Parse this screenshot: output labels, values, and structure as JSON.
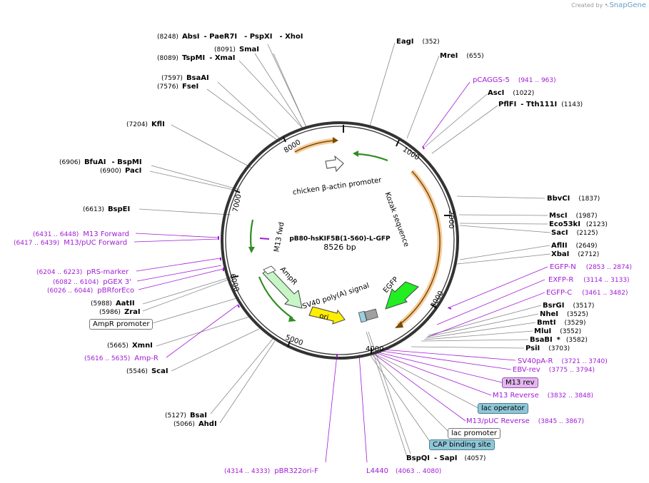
{
  "branding": {
    "created_by": "Created by",
    "name": "SnapGene"
  },
  "plasmid": {
    "name": "pB80-hsKIF5B(1-560)-L-GFP",
    "length": "8526 bp"
  },
  "ticks": [
    "1000",
    "2000",
    "3000",
    "4000",
    "5000",
    "6000",
    "7000",
    "8000"
  ],
  "features": {
    "chicken_actin": "chicken β-actin promoter",
    "kozak": "Kozak sequence",
    "egfp": "EGFP",
    "sv40": "SV40 poly(A) signal",
    "ori": "ori",
    "ampr": "AmpR",
    "m13fwd": "M13 fwd"
  },
  "enzymes": {
    "abs": {
      "name": "AbsI",
      "pos": "(8248)"
    },
    "paer7i": {
      "name": "- PaeR7I"
    },
    "pspxi": {
      "name": "- PspXI"
    },
    "xhoi": {
      "name": "- XhoI"
    },
    "smai": {
      "name": "SmaI",
      "pos": "(8091)"
    },
    "tspmi": {
      "name": "TspMI",
      "pos": "(8089)"
    },
    "xmai": {
      "name": "- XmaI"
    },
    "bsaai": {
      "name": "BsaAI",
      "pos": "(7597)"
    },
    "fsei": {
      "name": "FseI",
      "pos": "(7576)"
    },
    "kfli": {
      "name": "KflI",
      "pos": "(7204)"
    },
    "bfuai": {
      "name": "BfuAI",
      "pos": "(6906)"
    },
    "bspmi": {
      "name": "- BspMI"
    },
    "paci": {
      "name": "PacI",
      "pos": "(6900)"
    },
    "bspei": {
      "name": "BspEI",
      "pos": "(6613)"
    },
    "aatii": {
      "name": "AatII",
      "pos": "(5988)"
    },
    "zrai": {
      "name": "ZraI",
      "pos": "(5986)"
    },
    "xmni": {
      "name": "XmnI",
      "pos": "(5665)"
    },
    "scai": {
      "name": "ScaI",
      "pos": "(5546)"
    },
    "bsai": {
      "name": "BsaI",
      "pos": "(5127)"
    },
    "ahdi": {
      "name": "AhdI",
      "pos": "(5066)"
    },
    "eagi": {
      "name": "EagI",
      "pos": "(352)"
    },
    "mrei": {
      "name": "MreI",
      "pos": "(655)"
    },
    "asci": {
      "name": "AscI",
      "pos": "(1022)"
    },
    "pflfi": {
      "name": "PflFI",
      "pos": "(1143)"
    },
    "tth111i": {
      "name": "- Tth111I"
    },
    "bbvci": {
      "name": "BbvCI",
      "pos": "(1837)"
    },
    "msci": {
      "name": "MscI",
      "pos": "(1987)"
    },
    "eco53ki": {
      "name": "Eco53kI",
      "pos": "(2123)"
    },
    "saci": {
      "name": "SacI",
      "pos": "(2125)"
    },
    "aflii": {
      "name": "AflII",
      "pos": "(2649)"
    },
    "xbai": {
      "name": "XbaI",
      "pos": "(2712)"
    },
    "bsrgi": {
      "name": "BsrGI",
      "pos": "(3517)"
    },
    "nhei": {
      "name": "NheI",
      "pos": "(3525)"
    },
    "bmti": {
      "name": "BmtI",
      "pos": "(3529)"
    },
    "mlui": {
      "name": "MluI",
      "pos": "(3552)"
    },
    "bsabi": {
      "name": "BsaBI",
      "star": "*",
      "pos": "(3582)"
    },
    "psii": {
      "name": "PsiI",
      "pos": "(3703)"
    },
    "bspqi": {
      "name": "BspQI",
      "pos": "(4057)"
    },
    "sapi": {
      "name": "- SapI"
    }
  },
  "primers": {
    "m13forward": {
      "name": "M13 Forward",
      "range": "(6431 .. 6448)"
    },
    "m13puc_fwd": {
      "name": "M13/pUC Forward",
      "range": "(6417 .. 6439)"
    },
    "prs_marker": {
      "name": "pRS-marker",
      "range": "(6204 .. 6223)"
    },
    "pgex3": {
      "name": "pGEX 3'",
      "range": "(6082 .. 6104)"
    },
    "pbrforeco": {
      "name": "pBRforEco",
      "range": "(6026 .. 6044)"
    },
    "amp_r": {
      "name": "Amp-R",
      "range": "(5616 .. 5635)"
    },
    "pbr322ori": {
      "name": "pBR322ori-F",
      "range": "(4314 .. 4333)"
    },
    "l4440": {
      "name": "L4440",
      "range": "(4063 .. 4080)"
    },
    "pcaggs5": {
      "name": "pCAGGS-5",
      "range": "(941 .. 963)"
    },
    "egfp_n": {
      "name": "EGFP-N",
      "range": "(2853 .. 2874)"
    },
    "exfp_r": {
      "name": "EXFP-R",
      "range": "(3114 .. 3133)"
    },
    "egfp_c": {
      "name": "EGFP-C",
      "range": "(3461 .. 3482)"
    },
    "sv40pa_r": {
      "name": "SV40pA-R",
      "range": "(3721 .. 3740)"
    },
    "ebv_rev": {
      "name": "EBV-rev",
      "range": "(3775 .. 3794)"
    },
    "m13_reverse": {
      "name": "M13 Reverse",
      "range": "(3832 .. 3848)"
    },
    "m13puc_rev": {
      "name": "M13/pUC Reverse",
      "range": "(3845 .. 3867)"
    }
  },
  "boxed_labels": {
    "ampr_promoter": "AmpR promoter",
    "m13_rev": "M13 rev",
    "lac_operator": "lac operator",
    "lac_promoter": "lac promoter",
    "cap_site": "CAP binding site"
  },
  "colors": {
    "primer": "#a11bd6",
    "leader": "#888888",
    "backbone": "#333333",
    "orange_feature": "#e8a040",
    "green_feature": "#2f8f22",
    "egfp_fill": "#22ee22",
    "ori_fill": "#ffee00",
    "ampr_fill": "#c6f5c6"
  }
}
